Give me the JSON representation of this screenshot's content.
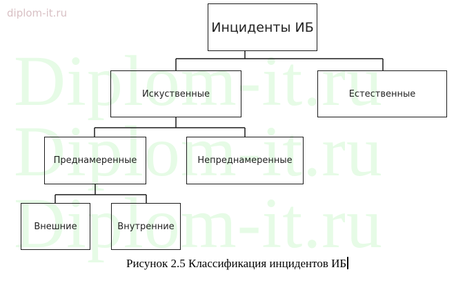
{
  "watermark": {
    "small": "diplom-it.ru",
    "large": [
      "Diplom-it.ru",
      "Diplom-it.ru",
      "Diplom-it.ru"
    ],
    "small_color": "#d8c0c4",
    "large_color": "#e6fbe6"
  },
  "diagram": {
    "root": "Инциденты ИБ",
    "level1": [
      "Искуственные",
      "Естественные"
    ],
    "level2": [
      "Преднамеренные",
      "Непреднамеренные"
    ],
    "level3": [
      "Внешние",
      "Внутренние"
    ]
  },
  "caption": "Рисунок 2.5 Классификация инцидентов ИБ"
}
